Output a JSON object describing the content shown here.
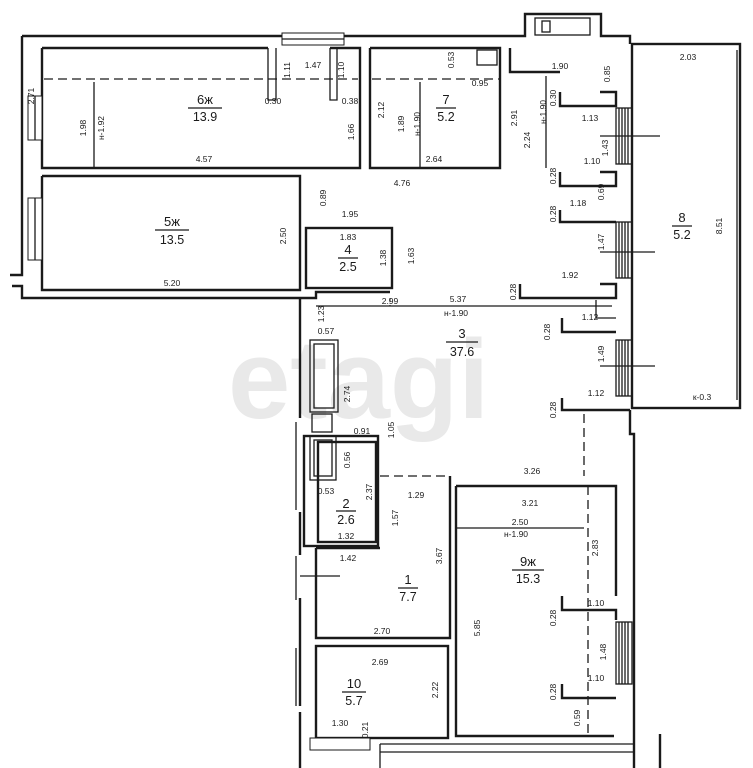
{
  "watermark": "etagi",
  "rooms": [
    {
      "id": "6",
      "number": "6ж",
      "area": "13.9"
    },
    {
      "id": "7",
      "number": "7",
      "area": "5.2"
    },
    {
      "id": "8",
      "number": "8",
      "area": "5.2"
    },
    {
      "id": "5",
      "number": "5ж",
      "area": "13.5"
    },
    {
      "id": "4",
      "number": "4",
      "area": "2.5"
    },
    {
      "id": "3",
      "number": "3",
      "area": "37.6"
    },
    {
      "id": "2",
      "number": "2",
      "area": "2.6"
    },
    {
      "id": "1",
      "number": "1",
      "area": "7.7"
    },
    {
      "id": "9",
      "number": "9ж",
      "area": "15.3"
    },
    {
      "id": "10",
      "number": "10",
      "area": "5.7"
    }
  ],
  "dimensions": [
    "2.71",
    "1.98",
    "н-1.92",
    "1.11",
    "1.47",
    "1.10",
    "0.30",
    "0.38",
    "1.66",
    "4.57",
    "0.53",
    "0.95",
    "2.12",
    "1.89",
    "н-1.90",
    "2.64",
    "2.91",
    "1.90",
    "0.85",
    "2.24",
    "н-1.90",
    "0.30",
    "1.13",
    "1.43",
    "2.03",
    "4.76",
    "0.89",
    "1.95",
    "1.10",
    "0.28",
    "0.69",
    "1.18",
    "0.28",
    "1.47",
    "8.51",
    "2.50",
    "1.83",
    "1.38",
    "1.63",
    "5.20",
    "1.92",
    "0.28",
    "2.99",
    "5.37",
    "н-1.90",
    "1.12",
    "1.23",
    "0.57",
    "0.28",
    "1.49",
    "2.74",
    "к-0.3",
    "1.12",
    "0.28",
    "0.91",
    "1.05",
    "0.56",
    "3.26",
    "0.53",
    "2.37",
    "1.29",
    "3.21",
    "1.57",
    "1.32",
    "2.50",
    "н-1.90",
    "2.83",
    "1.42",
    "3.67",
    "5.85",
    "1.10",
    "0.28",
    "2.70",
    "1.48",
    "2.69",
    "2.22",
    "1.10",
    "0.28",
    "1.30",
    "0.21",
    "0.59"
  ]
}
